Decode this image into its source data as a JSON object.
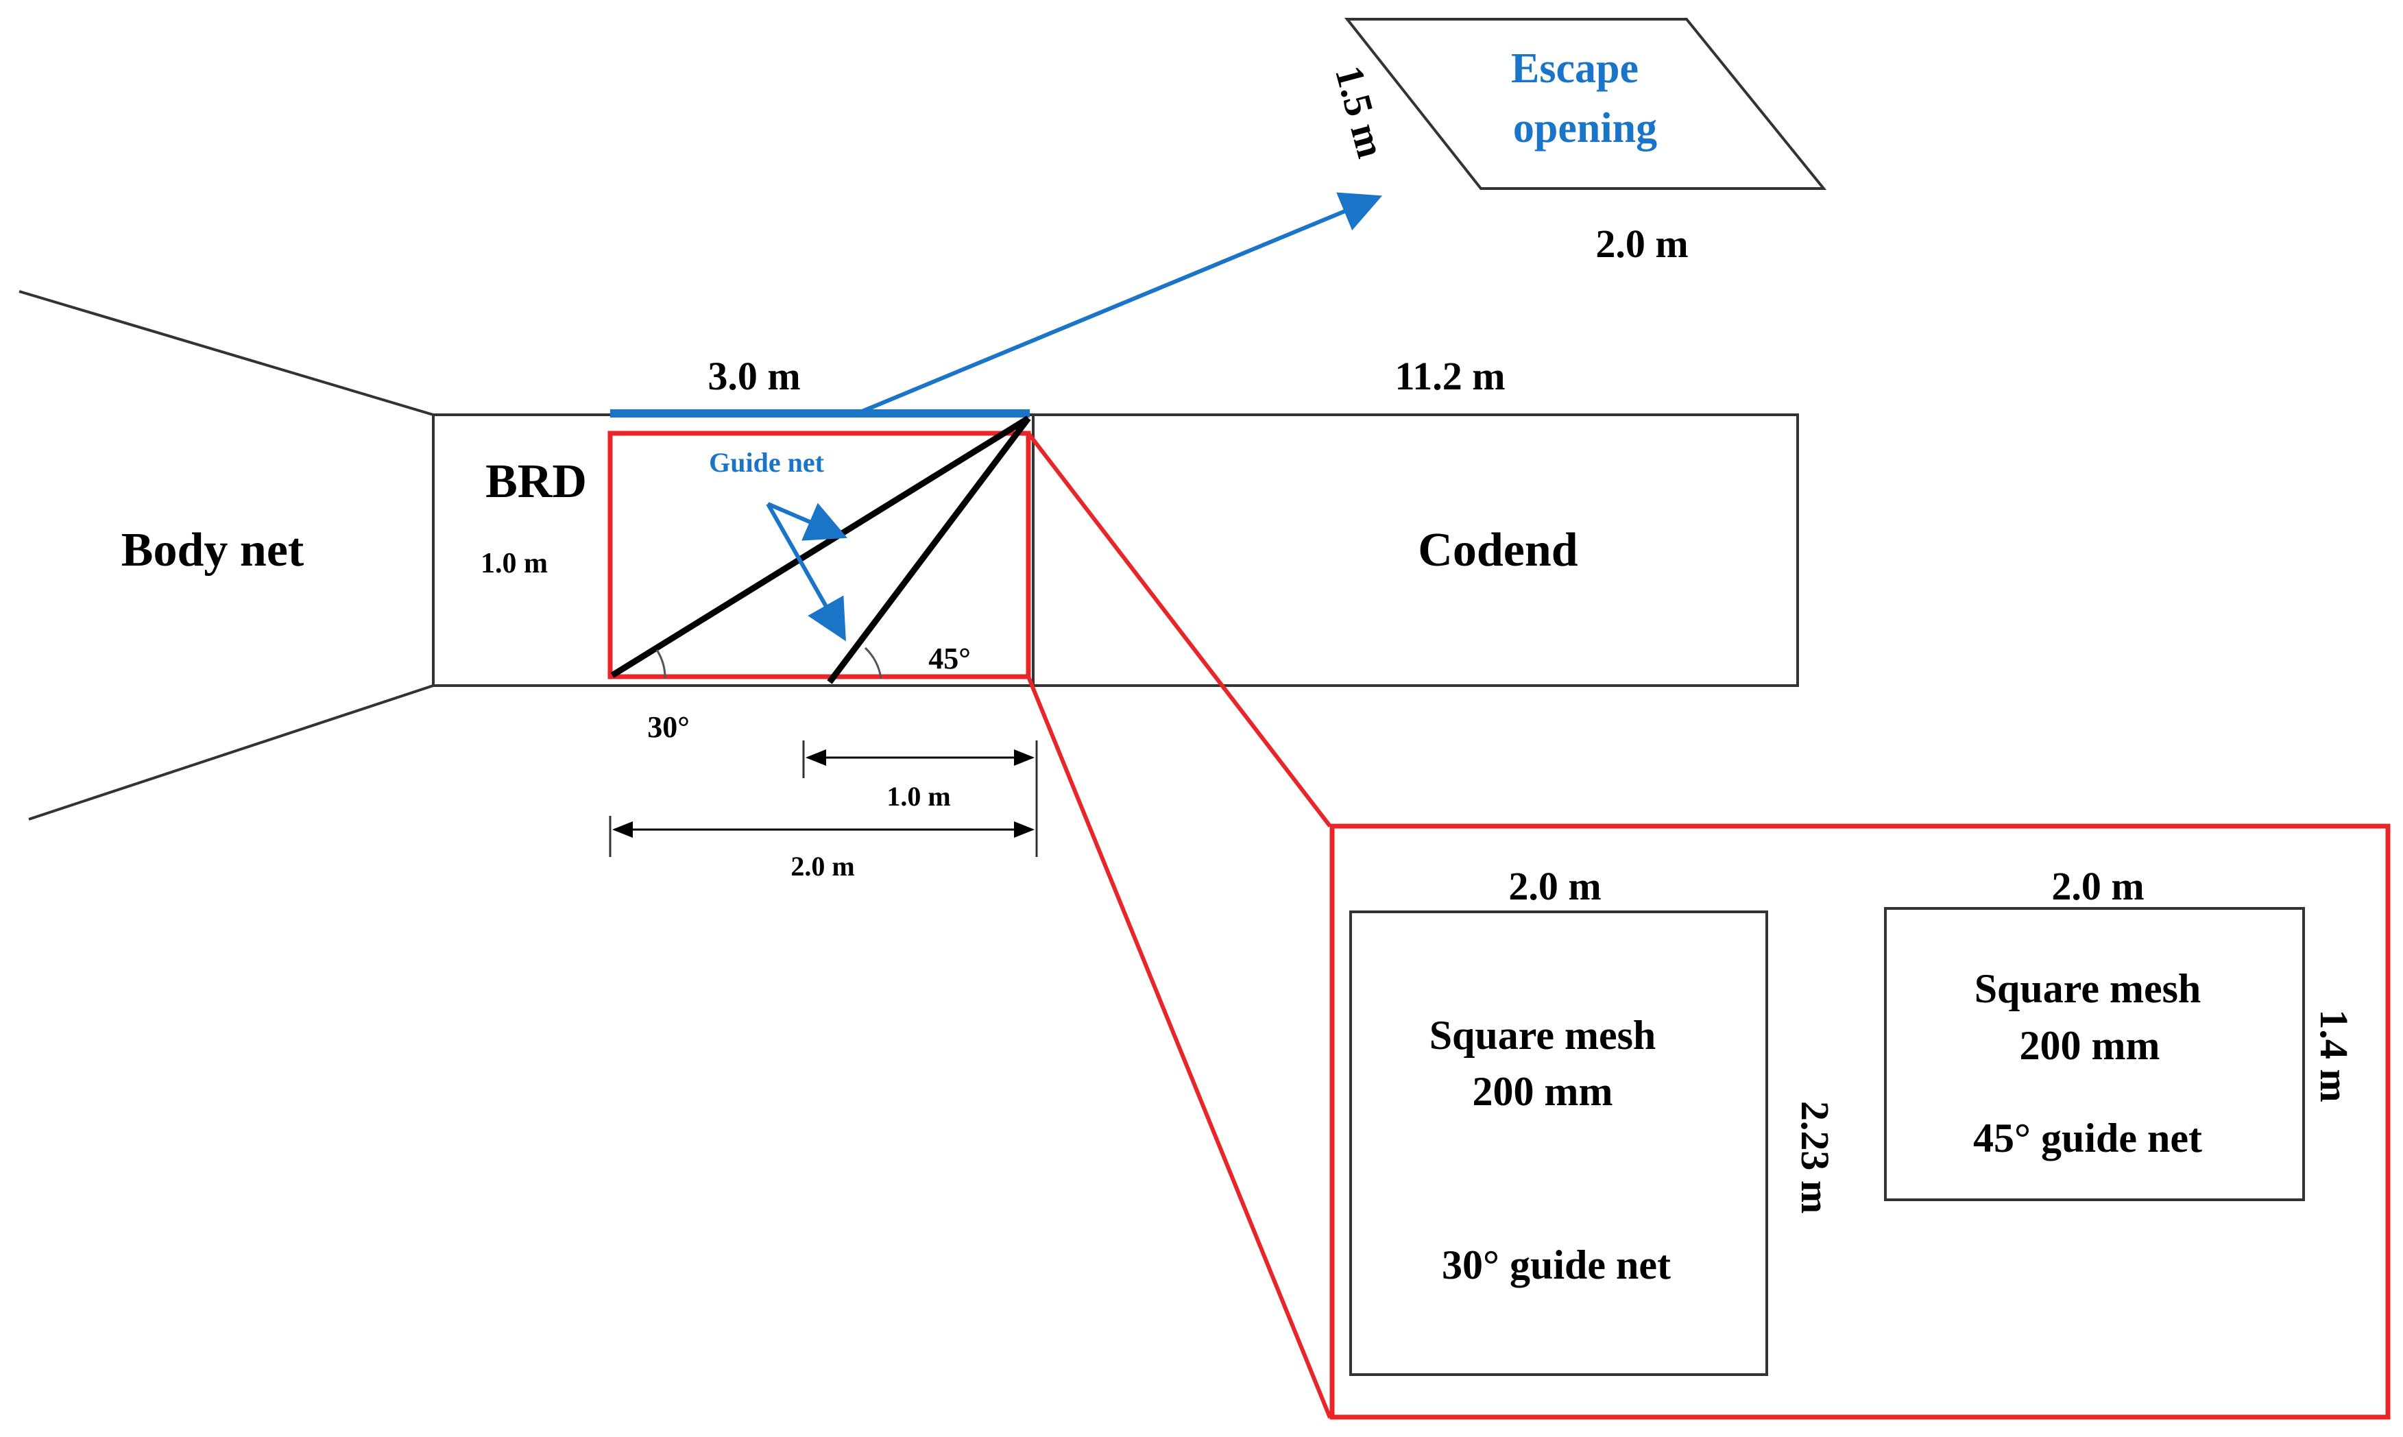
{
  "labels": {
    "body_net": "Body net",
    "brd": "BRD",
    "codend": "Codend",
    "guide_net": "Guide net",
    "escape_opening": [
      "Escape",
      "opening"
    ]
  },
  "dimensions": {
    "escape_side": "1.5 m",
    "escape_base": "2.0 m",
    "brd_length": "3.0 m",
    "codend_length": "11.2 m",
    "brd_height": "1.0 m",
    "angle_30": "30°",
    "angle_45": "45°",
    "dim_1m": "1.0 m",
    "dim_2m": "2.0 m"
  },
  "panels": {
    "panel_30": {
      "width": "2.0 m",
      "height": "2.23 m",
      "mesh_line1": "Square mesh",
      "mesh_line2": "200 mm",
      "guide": "30°  guide net"
    },
    "panel_45": {
      "width": "2.0 m",
      "height": "1.4 m",
      "mesh_line1": "Square mesh",
      "mesh_line2": "200 mm",
      "guide": "45°  guide net"
    }
  },
  "colors": {
    "highlight_red": "#e8262a",
    "accent_blue": "#1a75c9",
    "line_black": "#000000"
  }
}
